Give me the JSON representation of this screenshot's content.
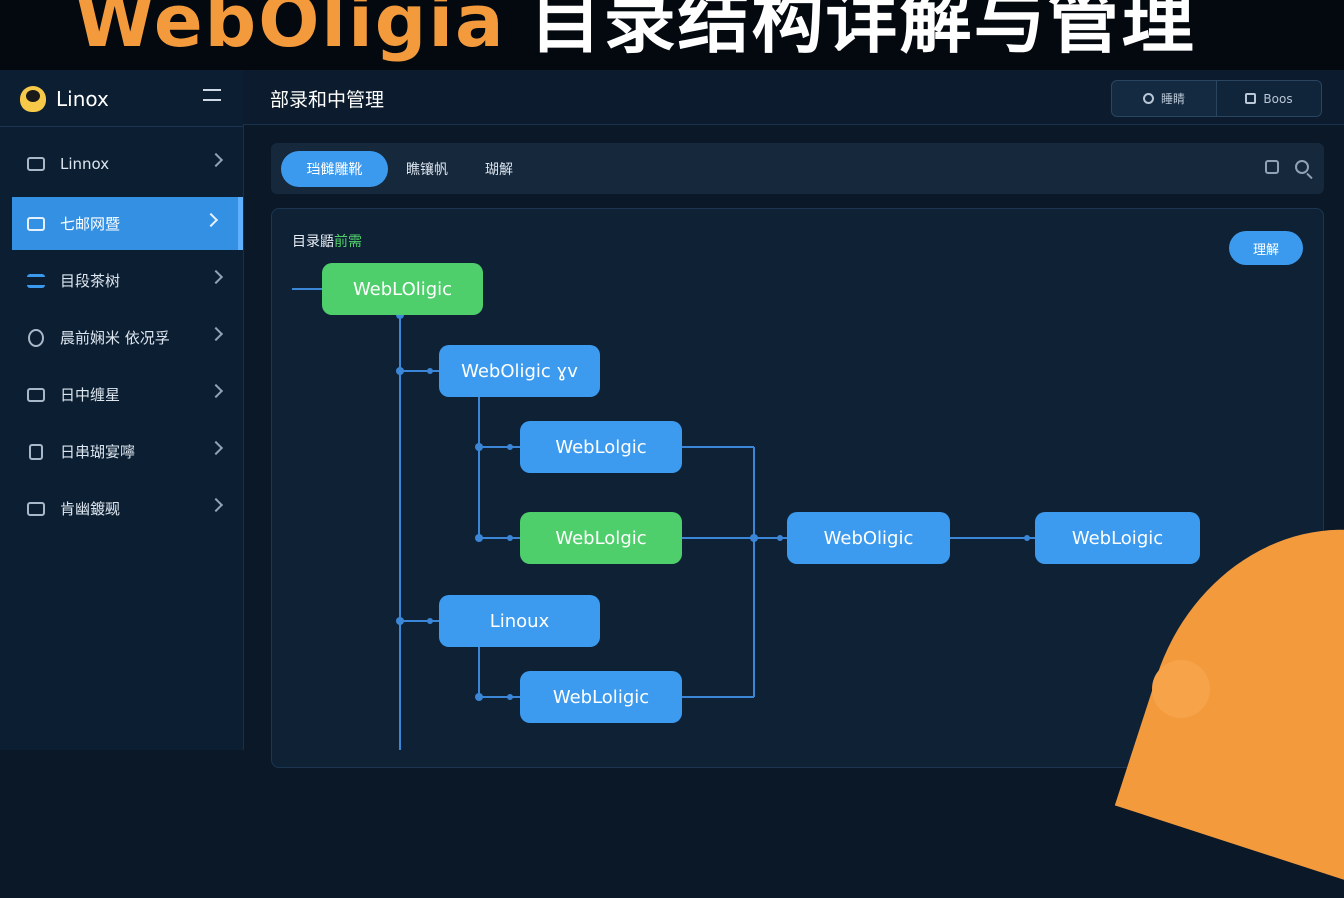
{
  "banner": {
    "title_en": "WebOligia",
    "title_zh": "目录结构详解与管理"
  },
  "sidebar": {
    "brand": "Linox",
    "items": [
      {
        "label": "Linnox",
        "icon": "window-icon"
      },
      {
        "label": "七邮网暨",
        "icon": "folder-icon",
        "active": true
      },
      {
        "label": "目段茶树",
        "icon": "list-icon"
      },
      {
        "label": "晨前娴米 依况孚",
        "icon": "drop-icon"
      },
      {
        "label": "日中缠星",
        "icon": "drive-icon"
      },
      {
        "label": "日串瑚宴嚀",
        "icon": "lock-icon"
      },
      {
        "label": "肯幽鍍觋",
        "icon": "panel-icon"
      }
    ]
  },
  "header": {
    "title": "部录和中管理",
    "btn1": "睡睛",
    "btn2": "Boos"
  },
  "tabs": [
    {
      "label": "珰雠雕靴",
      "active": true
    },
    {
      "label": "瞧镶帆"
    },
    {
      "label": "瑚解"
    }
  ],
  "panel": {
    "title_a": "目录鼯",
    "title_b": "前需",
    "button": "理解"
  },
  "tree": {
    "n1": "WebLOligic",
    "n2": "WebOligic ɣv",
    "n3": "WebLolgic",
    "n4": "WebLolgic",
    "n5": "WebOligic",
    "n6": "WebLoigic",
    "n7": "Linoux",
    "n8": "WebLoligic"
  },
  "colors": {
    "accent": "#3c9aee",
    "green": "#4fcf6b",
    "orange": "#f39a3c",
    "bg": "#0a1828"
  }
}
